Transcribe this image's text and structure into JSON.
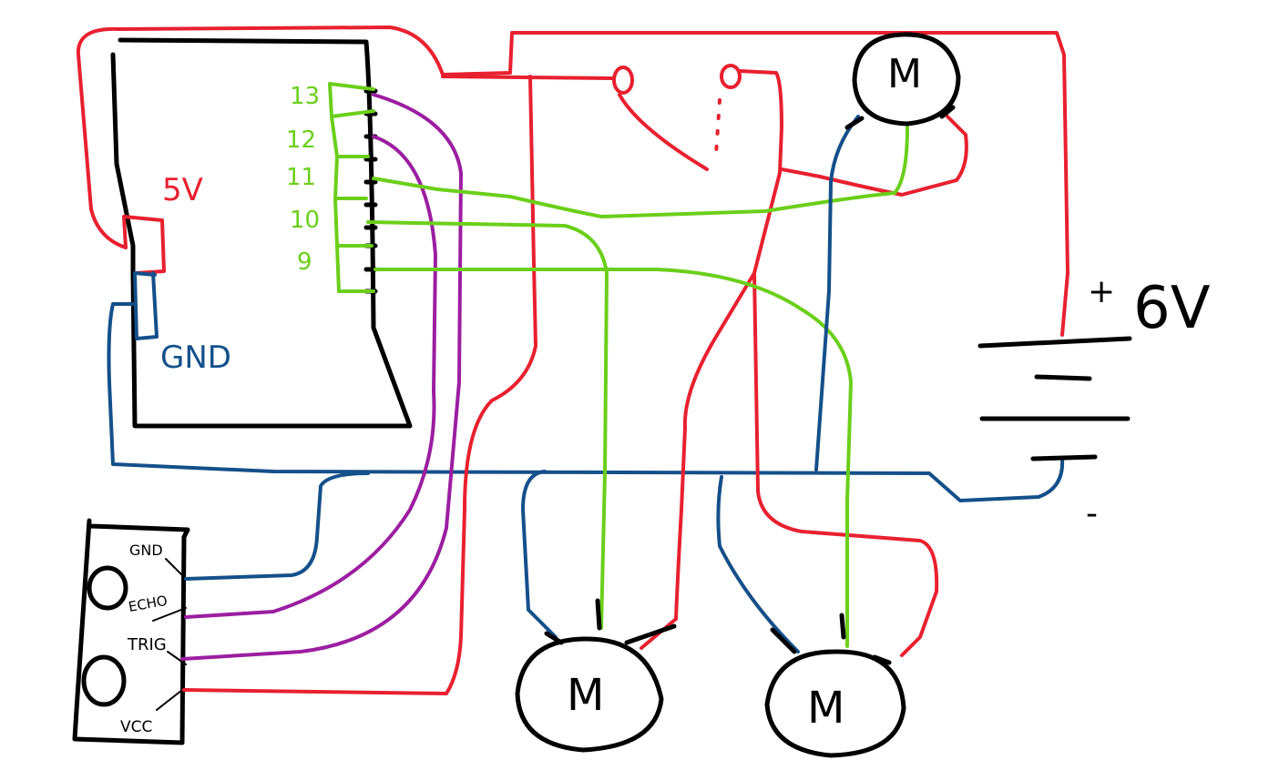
{
  "colors": {
    "red": "#e8202f",
    "green": "#6bcf1a",
    "blue": "#14508a",
    "purple": "#9b1ea0",
    "black": "#000000"
  },
  "labels": {
    "pin13": "13",
    "pin12": "12",
    "pin11": "11",
    "pin10": "10",
    "pin9": "9",
    "v5": "5V",
    "gnd": "GND",
    "battery_plus": "+",
    "battery_voltage": "6V",
    "battery_minus": "-",
    "sensor_gnd": "GND",
    "sensor_echo": "ECHO",
    "sensor_trig": "TRIG",
    "sensor_vcc": "VCC",
    "motor_top": "M",
    "motor_bottom_left": "M",
    "motor_bottom_right": "M"
  }
}
